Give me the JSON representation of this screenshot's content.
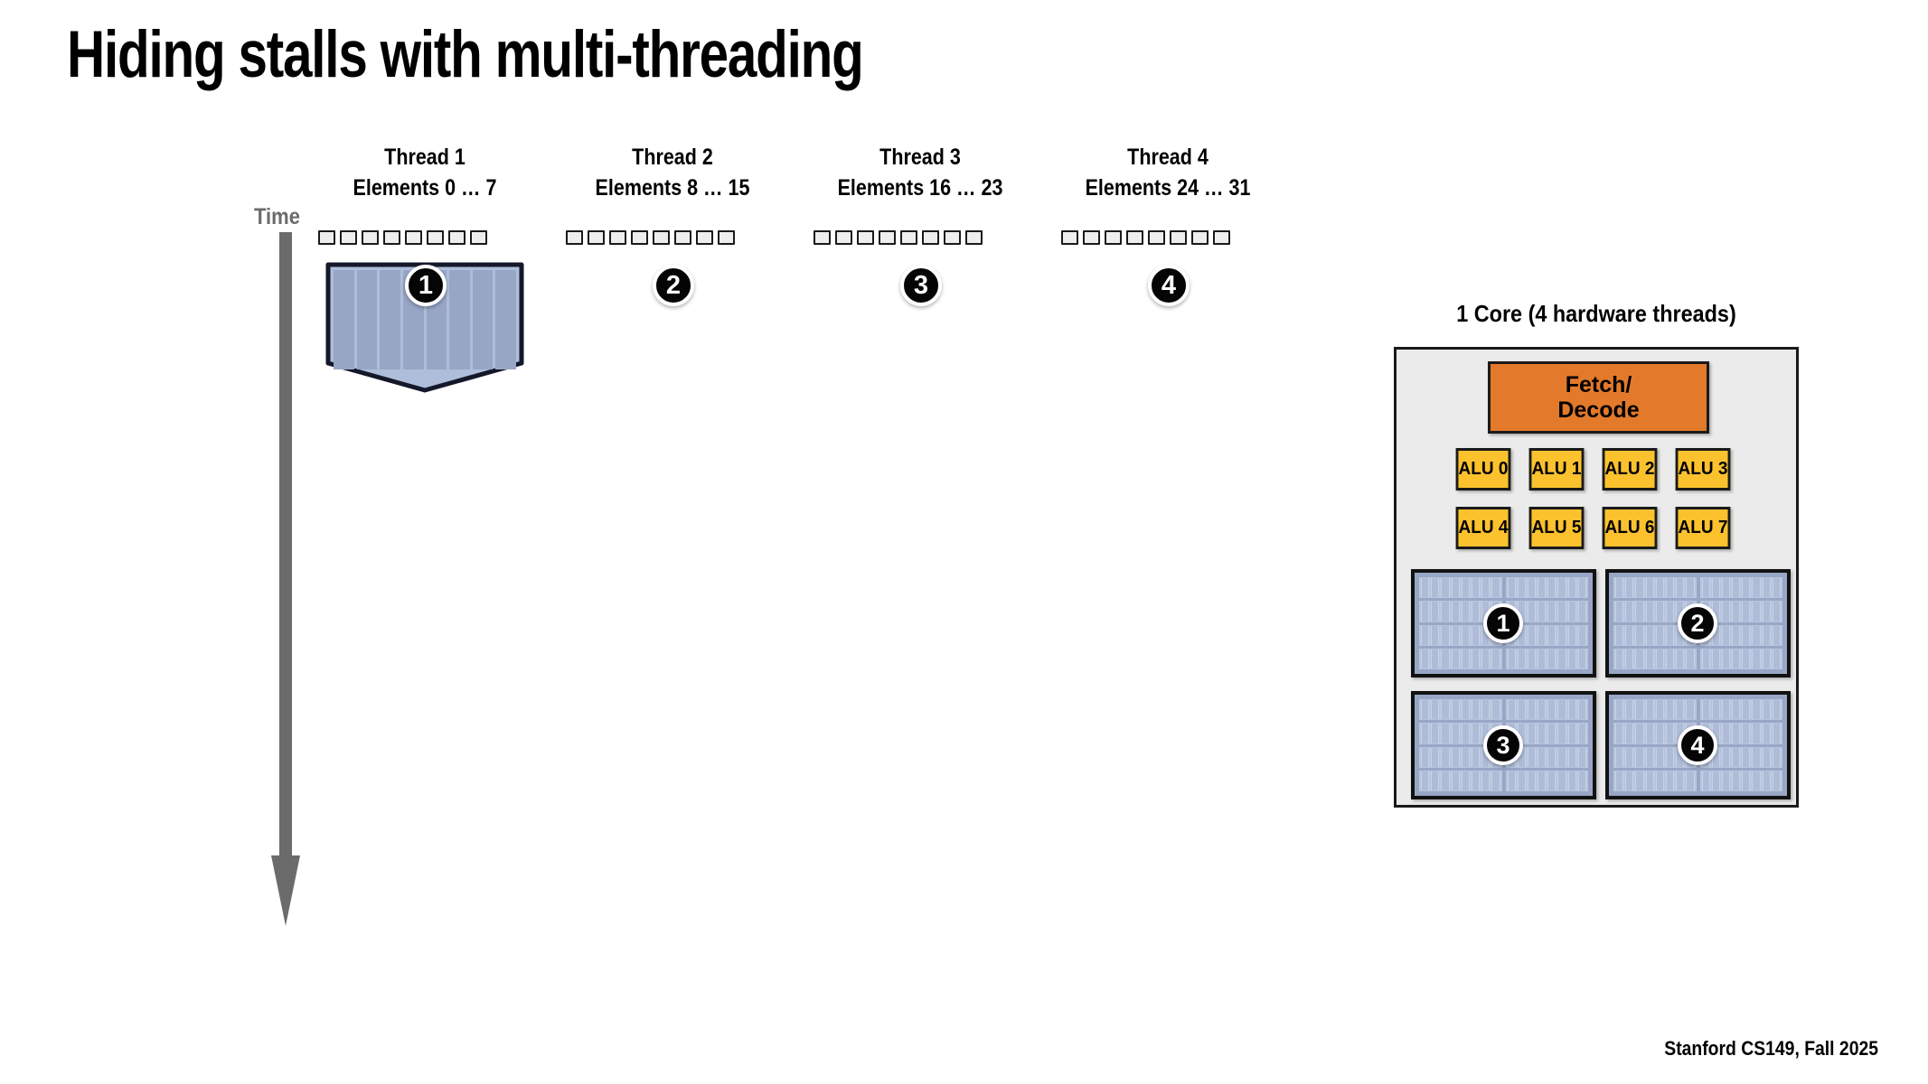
{
  "slide": {
    "title": "Hiding stalls with multi-threading",
    "footer": "Stanford CS149, Fall 2025"
  },
  "timeline": {
    "time_label": "Time",
    "arrow_icon": "down-arrow-icon",
    "arrow_color": "#6b6b6b",
    "elements_per_thread": 8,
    "threads": [
      {
        "name": "Thread 1",
        "elements": "Elements 0 … 7",
        "badge": "1",
        "has_work_block": true,
        "block_stripes": 8
      },
      {
        "name": "Thread 2",
        "elements": "Elements 8 … 15",
        "badge": "2",
        "has_work_block": false,
        "block_stripes": 8
      },
      {
        "name": "Thread 3",
        "elements": "Elements 16 … 23",
        "badge": "3",
        "has_work_block": false,
        "block_stripes": 8
      },
      {
        "name": "Thread 4",
        "elements": "Elements 24 … 31",
        "badge": "4",
        "has_work_block": false,
        "block_stripes": 8
      }
    ]
  },
  "core": {
    "title": "1 Core (4 hardware threads)",
    "fetch_decode": {
      "line1": "Fetch/",
      "line2": "Decode"
    },
    "alus": [
      "ALU 0",
      "ALU 1",
      "ALU 2",
      "ALU 3",
      "ALU 4",
      "ALU 5",
      "ALU 6",
      "ALU 7"
    ],
    "exec_contexts": [
      {
        "badge": "1"
      },
      {
        "badge": "2"
      },
      {
        "badge": "3"
      },
      {
        "badge": "4"
      }
    ],
    "ctx_rows": 4,
    "ctx_cols": 2,
    "ctx_ticks_per_cell": 8
  },
  "colors": {
    "fetch_decode_fill": "#e3792a",
    "alu_fill": "#fcc22e",
    "exec_ctx_fill": "#99a7c6",
    "exec_ctx_cell": "#b8c5de",
    "work_block_fill": "#aebdd9",
    "work_block_stripe": "#98a6c6",
    "core_fill": "#ebebeb",
    "time_gray": "#6b6b6b",
    "badge_fill": "#050505",
    "outline": "#1a1a1a",
    "background": "#ffffff"
  }
}
